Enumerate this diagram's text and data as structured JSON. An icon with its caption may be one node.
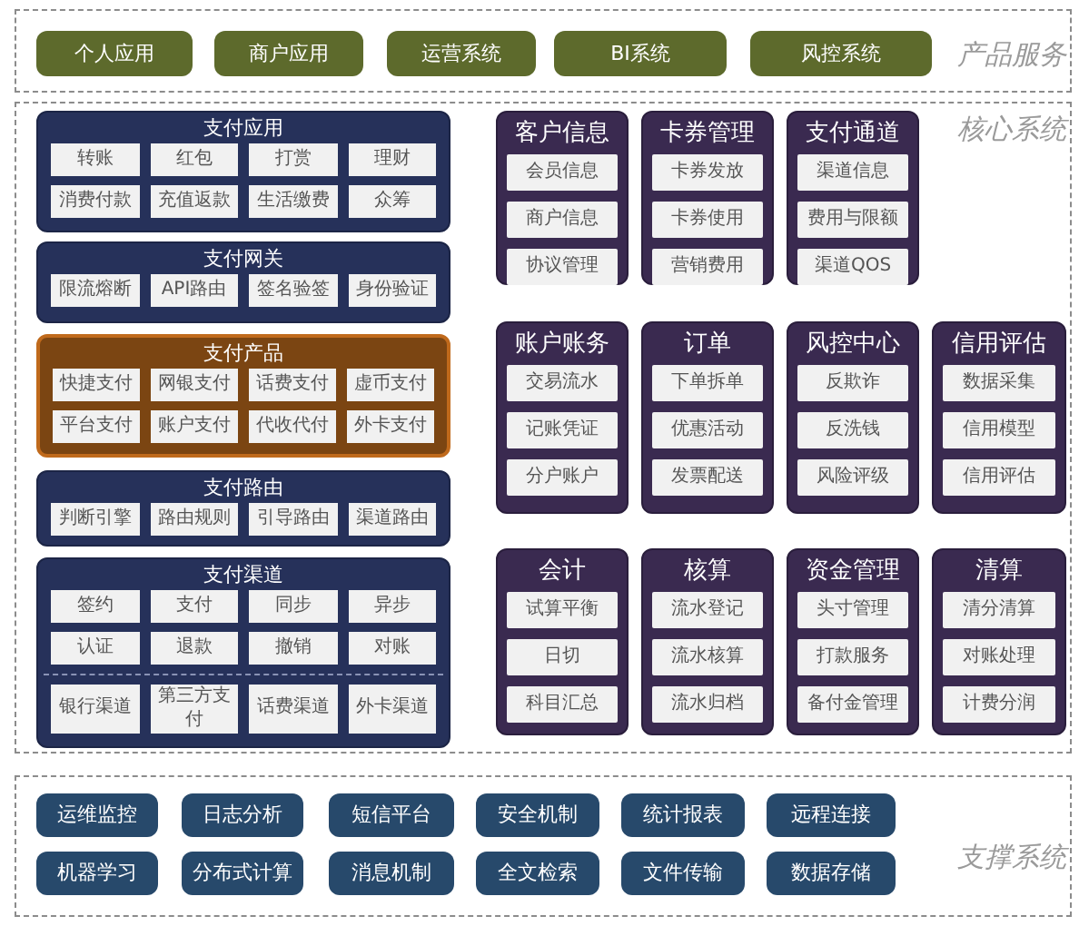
{
  "diagram": {
    "nodes": [
      {
        "text": [
          "产品服务"
        ]
      },
      {
        "text": [
          "个人应用"
        ],
        "in": 0
      },
      {
        "text": [
          "商户应用"
        ],
        "in": 0
      },
      {
        "text": [
          "运营系统"
        ],
        "in": 0
      },
      {
        "text": [
          "BI系统"
        ],
        "in": 0
      },
      {
        "text": [
          "风控系统"
        ],
        "in": 0
      },
      {
        "text": [
          "核心系统"
        ]
      },
      {
        "text": [
          "支付应用"
        ],
        "in": 6
      },
      {
        "text": [
          "转账"
        ],
        "in": 7
      },
      {
        "text": [
          "红包"
        ],
        "in": 7
      },
      {
        "text": [
          "打赏"
        ],
        "in": 7
      },
      {
        "text": [
          "理财"
        ],
        "in": 7
      },
      {
        "text": [
          "消费付款"
        ],
        "in": 7
      },
      {
        "text": [
          "充值返款"
        ],
        "in": 7
      },
      {
        "text": [
          "生活缴费"
        ],
        "in": 7
      },
      {
        "text": [
          "众筹"
        ],
        "in": 7
      },
      {
        "text": [
          "支付网关"
        ],
        "in": 6
      },
      {
        "text": [
          "限流熔断"
        ],
        "in": 16
      },
      {
        "text": [
          "API路由"
        ],
        "in": 16
      },
      {
        "text": [
          "签名验签"
        ],
        "in": 16
      },
      {
        "text": [
          "身份验证"
        ],
        "in": 16
      },
      {
        "text": [
          "支付产品"
        ],
        "in": 6
      },
      {
        "text": [
          "快捷支付"
        ],
        "in": 21
      },
      {
        "text": [
          "网银支付"
        ],
        "in": 21
      },
      {
        "text": [
          "话费支付"
        ],
        "in": 21
      },
      {
        "text": [
          "虚币支付"
        ],
        "in": 21
      },
      {
        "text": [
          "平台支付"
        ],
        "in": 21
      },
      {
        "text": [
          "账户支付"
        ],
        "in": 21
      },
      {
        "text": [
          "代收代付"
        ],
        "in": 21
      },
      {
        "text": [
          "外卡支付"
        ],
        "in": 21
      },
      {
        "text": [
          "支付路由"
        ],
        "in": 6
      },
      {
        "text": [
          "判断引擎"
        ],
        "in": 30
      },
      {
        "text": [
          "路由规则"
        ],
        "in": 30
      },
      {
        "text": [
          "引导路由"
        ],
        "in": 30
      },
      {
        "text": [
          "渠道路由"
        ],
        "in": 30
      },
      {
        "text": [
          "支付渠道"
        ],
        "in": 6
      },
      {
        "text": [
          "签约"
        ],
        "in": 35
      },
      {
        "text": [
          "支付"
        ],
        "in": 35
      },
      {
        "text": [
          "同步"
        ],
        "in": 35
      },
      {
        "text": [
          "异步"
        ],
        "in": 35
      },
      {
        "text": [
          "认证"
        ],
        "in": 35
      },
      {
        "text": [
          "退款"
        ],
        "in": 35
      },
      {
        "text": [
          "撤销"
        ],
        "in": 35
      },
      {
        "text": [
          "对账"
        ],
        "in": 35
      },
      {
        "text": [
          "银行渠道"
        ],
        "in": 35
      },
      {
        "text": [
          "第三方支付"
        ],
        "in": 35
      },
      {
        "text": [
          "话费渠道"
        ],
        "in": 35
      },
      {
        "text": [
          "外卡渠道"
        ],
        "in": 35
      },
      {
        "text": [
          "客户信息"
        ],
        "in": 6
      },
      {
        "text": [
          "会员信息"
        ],
        "in": 48
      },
      {
        "text": [
          "商户信息"
        ],
        "in": 48
      },
      {
        "text": [
          "协议管理"
        ],
        "in": 48
      },
      {
        "text": [
          "卡券管理"
        ],
        "in": 6
      },
      {
        "text": [
          "卡券发放"
        ],
        "in": 52
      },
      {
        "text": [
          "卡券使用"
        ],
        "in": 52
      },
      {
        "text": [
          "营销费用"
        ],
        "in": 52
      },
      {
        "text": [
          "支付通道"
        ],
        "in": 6
      },
      {
        "text": [
          "渠道信息"
        ],
        "in": 56
      },
      {
        "text": [
          "费用与限额"
        ],
        "in": 56
      },
      {
        "text": [
          "渠道QOS"
        ],
        "in": 56
      },
      {
        "text": [
          "账户账务"
        ],
        "in": 6
      },
      {
        "text": [
          "交易流水"
        ],
        "in": 60
      },
      {
        "text": [
          "记账凭证"
        ],
        "in": 60
      },
      {
        "text": [
          "分户账户"
        ],
        "in": 60
      },
      {
        "text": [
          "订单"
        ],
        "in": 6
      },
      {
        "text": [
          "下单拆单"
        ],
        "in": 64
      },
      {
        "text": [
          "优惠活动"
        ],
        "in": 64
      },
      {
        "text": [
          "发票配送"
        ],
        "in": 64
      },
      {
        "text": [
          "风控中心"
        ],
        "in": 6
      },
      {
        "text": [
          "反欺诈"
        ],
        "in": 68
      },
      {
        "text": [
          "反洗钱"
        ],
        "in": 68
      },
      {
        "text": [
          "风险评级"
        ],
        "in": 68
      },
      {
        "text": [
          "信用评估"
        ],
        "in": 6
      },
      {
        "text": [
          "数据采集"
        ],
        "in": 72
      },
      {
        "text": [
          "信用模型"
        ],
        "in": 72
      },
      {
        "text": [
          "信用评估"
        ],
        "in": 72
      },
      {
        "text": [
          "会计"
        ],
        "in": 6
      },
      {
        "text": [
          "试算平衡"
        ],
        "in": 76
      },
      {
        "text": [
          "日切"
        ],
        "in": 76
      },
      {
        "text": [
          "科目汇总"
        ],
        "in": 76
      },
      {
        "text": [
          "核算"
        ],
        "in": 6
      },
      {
        "text": [
          "流水登记"
        ],
        "in": 80
      },
      {
        "text": [
          "流水核算"
        ],
        "in": 80
      },
      {
        "text": [
          "流水归档"
        ],
        "in": 80
      },
      {
        "text": [
          "资金管理"
        ],
        "in": 6
      },
      {
        "text": [
          "头寸管理"
        ],
        "in": 84
      },
      {
        "text": [
          "打款服务"
        ],
        "in": 84
      },
      {
        "text": [
          "备付金管理"
        ],
        "in": 84
      },
      {
        "text": [
          "清算"
        ],
        "in": 6
      },
      {
        "text": [
          "清分清算"
        ],
        "in": 88
      },
      {
        "text": [
          "对账处理"
        ],
        "in": 88
      },
      {
        "text": [
          "计费分润"
        ],
        "in": 88
      },
      {
        "text": [
          "支撑系统"
        ]
      },
      {
        "text": [
          "运维监控"
        ],
        "in": 92
      },
      {
        "text": [
          "日志分析"
        ],
        "in": 92
      },
      {
        "text": [
          "短信平台"
        ],
        "in": 92
      },
      {
        "text": [
          "安全机制"
        ],
        "in": 92
      },
      {
        "text": [
          "统计报表"
        ],
        "in": 92
      },
      {
        "text": [
          "远程连接"
        ],
        "in": 92
      },
      {
        "text": [
          "机器学习"
        ],
        "in": 92
      },
      {
        "text": [
          "分布式计算"
        ],
        "in": 92
      },
      {
        "text": [
          "消息机制"
        ],
        "in": 92
      },
      {
        "text": [
          "全文检索"
        ],
        "in": 92
      },
      {
        "text": [
          "文件传输"
        ],
        "in": 92
      },
      {
        "text": [
          "数据存储"
        ],
        "in": 92
      }
    ]
  }
}
